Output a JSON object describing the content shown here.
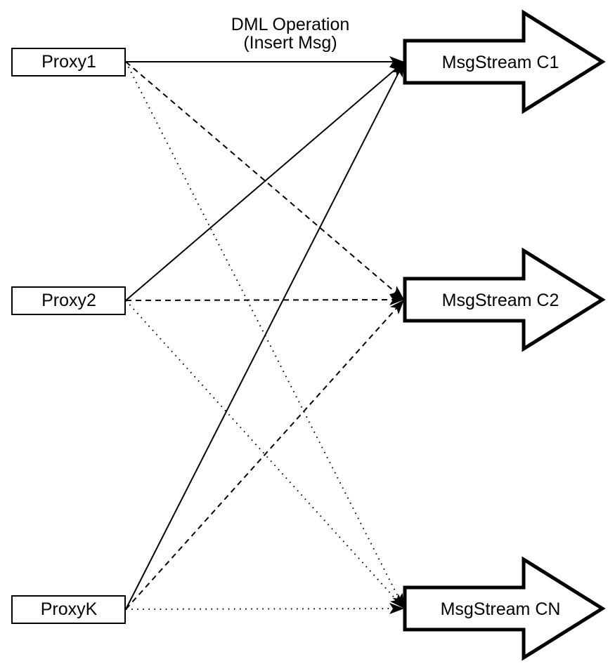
{
  "diagram": {
    "annotation": {
      "line1": "DML Operation",
      "line2": "(Insert Msg)"
    },
    "proxies": [
      {
        "id": "proxy1",
        "label": "Proxy1"
      },
      {
        "id": "proxy2",
        "label": "Proxy2"
      },
      {
        "id": "proxyk",
        "label": "ProxyK"
      }
    ],
    "streams": [
      {
        "id": "msgstream-c1",
        "label": "MsgStream C1"
      },
      {
        "id": "msgstream-c2",
        "label": "MsgStream C2"
      },
      {
        "id": "msgstream-cn",
        "label": "MsgStream CN"
      }
    ],
    "edges": [
      {
        "from": "Proxy1",
        "to": "MsgStream C1",
        "style": "solid"
      },
      {
        "from": "Proxy2",
        "to": "MsgStream C1",
        "style": "solid"
      },
      {
        "from": "ProxyK",
        "to": "MsgStream C1",
        "style": "solid"
      },
      {
        "from": "Proxy1",
        "to": "MsgStream C2",
        "style": "dashed"
      },
      {
        "from": "Proxy2",
        "to": "MsgStream C2",
        "style": "dashed"
      },
      {
        "from": "ProxyK",
        "to": "MsgStream C2",
        "style": "dashed"
      },
      {
        "from": "Proxy1",
        "to": "MsgStream CN",
        "style": "dotted"
      },
      {
        "from": "Proxy2",
        "to": "MsgStream CN",
        "style": "dotted"
      },
      {
        "from": "ProxyK",
        "to": "MsgStream CN",
        "style": "dotted"
      }
    ],
    "colors": {
      "stroke": "#000000",
      "fill": "#ffffff",
      "background": "#ffffff",
      "text": "#000000"
    }
  }
}
